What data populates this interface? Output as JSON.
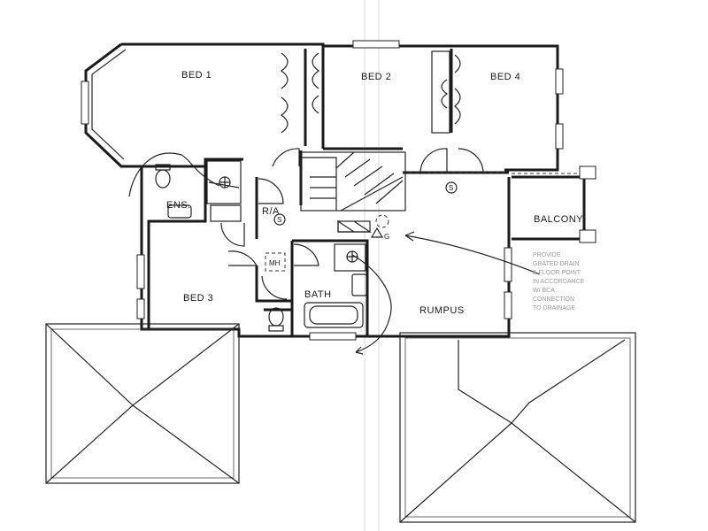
{
  "rooms": {
    "bed1": "BED 1",
    "bed2": "BED 2",
    "bed3": "BED 3",
    "bed4": "BED 4",
    "ens": "ENS.",
    "ra": "R/A",
    "bath": "BATH",
    "rumpus": "RUMPUS",
    "balcony": "BALCONY",
    "mh": "MH"
  },
  "symbols": {
    "smoke_detector": "S",
    "gas": "G"
  },
  "annotation_note": [
    "PROVIDE",
    "GRATED DRAIN",
    "& FLOOR POINT",
    "IN ACCORDANCE",
    "W/ BCA",
    "CONNECTION",
    "TO DRAINAGE"
  ]
}
